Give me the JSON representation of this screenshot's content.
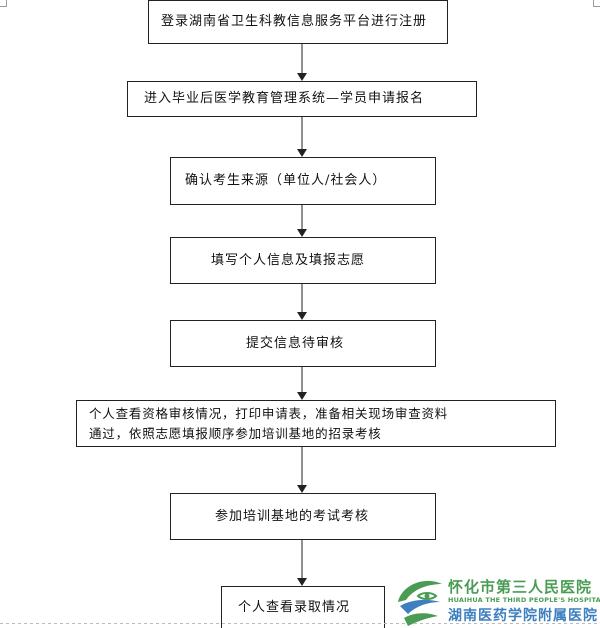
{
  "flowchart": {
    "steps": [
      {
        "lines": [
          "登录湖南省卫生科教信息服务平台进行注册"
        ]
      },
      {
        "lines": [
          "进入毕业后医学教育管理系统—学员申请报名"
        ]
      },
      {
        "lines": [
          "确认考生来源（单位人/社会人）"
        ]
      },
      {
        "lines": [
          "填写个人信息及填报志愿"
        ]
      },
      {
        "lines": [
          "提交信息待审核"
        ]
      },
      {
        "lines": [
          "个人查看资格审核情况，打印申请表，准备相关现场审查资料",
          "通过，依照志愿填报顺序参加培训基地的招录考核"
        ]
      },
      {
        "lines": [
          "参加培训基地的考试考核"
        ]
      },
      {
        "lines": [
          "个人查看录取情况"
        ]
      }
    ]
  },
  "watermark": {
    "name_cn": "怀化市第三人民医院",
    "name_en": "HUAIHUA THE THIRD PEOPLE'S HOSPITAL",
    "affiliation_cn": "湖南医药学院附属医院"
  },
  "colors": {
    "line": "#222222",
    "watermark_green": "#4a9c55",
    "watermark_blue": "#3e7fc0"
  }
}
